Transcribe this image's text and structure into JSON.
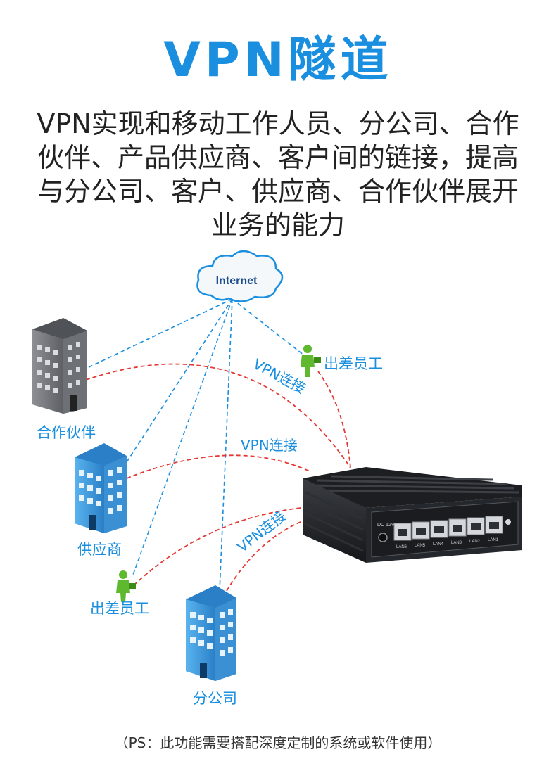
{
  "header": {
    "title": "VPN隧道",
    "description_lines": [
      "VPN实现和移动工作人员、分公司、合作",
      "伙伴、产品供应商、客户间的链接，提高",
      "与分公司、客户、供应商、合作伙伴展开",
      "业务的能力"
    ]
  },
  "diagram": {
    "internet_label": "Internet",
    "nodes": {
      "partner": "合作伙伴",
      "supplier": "供应商",
      "traveler_top": "出差员工",
      "traveler_bottom": "出差员工",
      "branch": "分公司"
    },
    "vpn_labels": [
      "VPN连接",
      "VPN连接",
      "VPN连接"
    ],
    "ports": [
      "LAN6",
      "LAN5",
      "LAN4",
      "LAN3",
      "LAN2",
      "LAN1"
    ],
    "device_label": "DC 12V",
    "colors": {
      "accent": "#1a8fe0",
      "vpn_line": "#e53935",
      "net_line": "#1a8fe0"
    }
  },
  "footnote": "（PS：此功能需要搭配深度定制的系统或软件使用）"
}
